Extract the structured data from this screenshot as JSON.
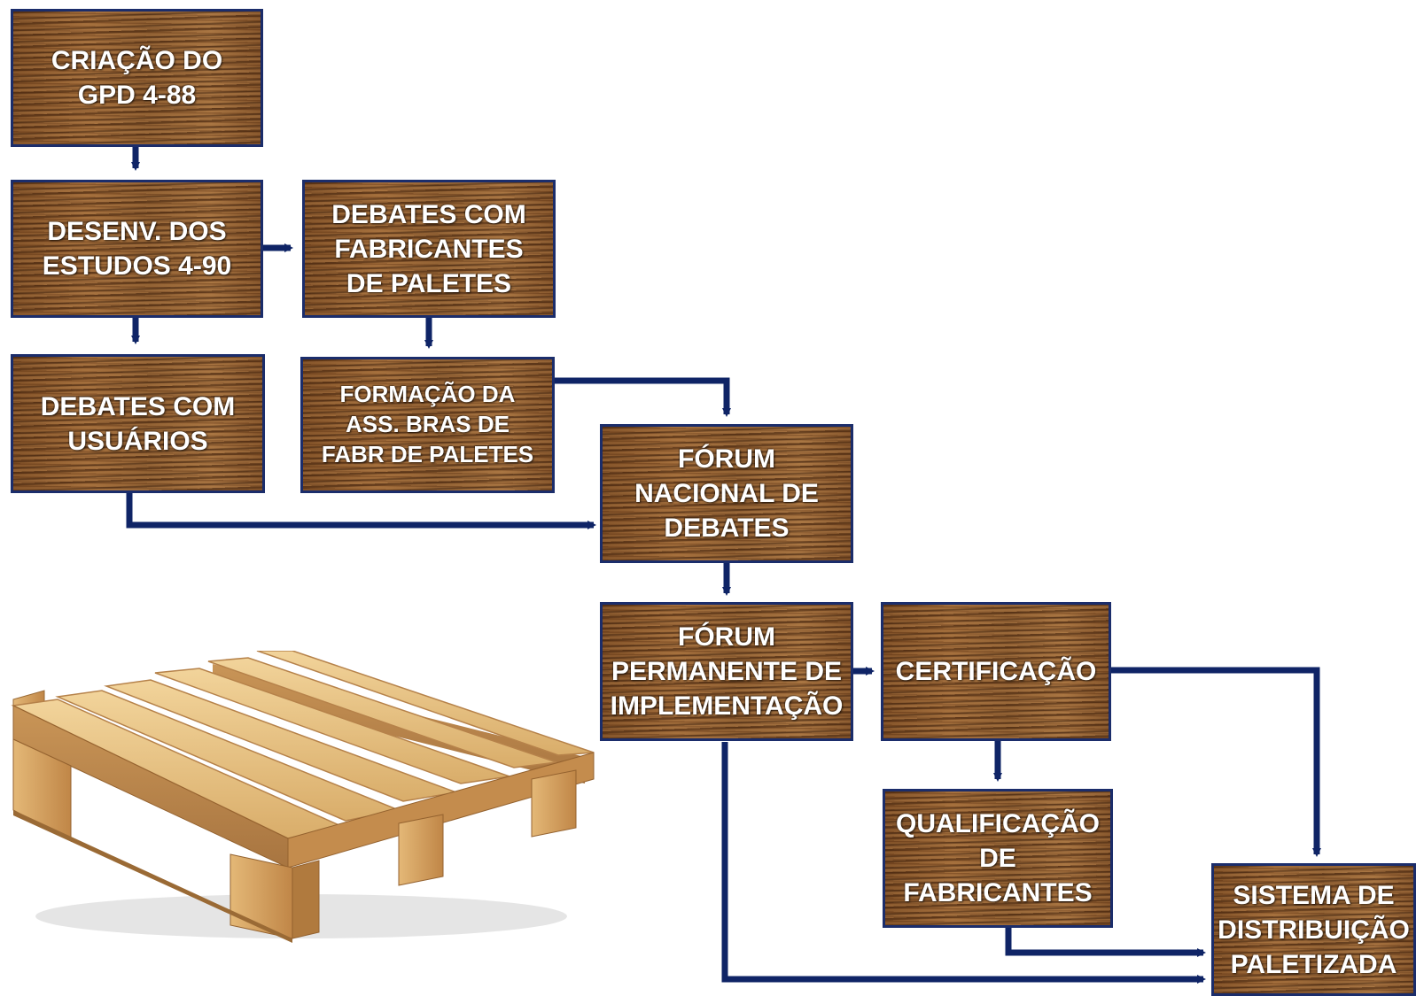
{
  "diagram": {
    "nodes": {
      "criacao": "CRIAÇÃO DO\nGPD  4-88",
      "desenv": "DESENV. DOS\nESTUDOS 4-90",
      "debates_fabricantes": "DEBATES COM\nFABRICANTES\nDE PALETES",
      "debates_usuarios": "DEBATES COM\nUSUÁRIOS",
      "formacao": "FORMAÇÃO DA\nASS. BRAS DE\nFABR DE PALETES",
      "forum_nacional": "FÓRUM\nNACIONAL DE\nDEBATES",
      "forum_permanente": "FÓRUM\nPERMANENTE DE\nIMPLEMENTAÇÃO",
      "certificacao": "CERTIFICAÇÃO",
      "qualificacao": "QUALIFICAÇÃO\nDE\nFABRICANTES",
      "sistema": "SISTEMA DE\nDISTRIBUIÇÃO\nPALETIZADA"
    },
    "edges": [
      [
        "criacao",
        "desenv"
      ],
      [
        "desenv",
        "debates_fabricantes"
      ],
      [
        "desenv",
        "debates_usuarios"
      ],
      [
        "debates_fabricantes",
        "formacao"
      ],
      [
        "formacao",
        "forum_nacional"
      ],
      [
        "debates_usuarios",
        "forum_nacional"
      ],
      [
        "forum_nacional",
        "forum_permanente"
      ],
      [
        "forum_permanente",
        "certificacao"
      ],
      [
        "certificacao",
        "qualificacao"
      ],
      [
        "certificacao",
        "sistema"
      ],
      [
        "qualificacao",
        "sistema"
      ],
      [
        "forum_permanente",
        "sistema"
      ]
    ],
    "colors": {
      "box_border": "#1b2d6b",
      "connector": "#0f2466",
      "wood": "#8b5a2b",
      "text": "#ffffff"
    }
  },
  "illustration": {
    "icon": "wooden-pallet-icon"
  }
}
